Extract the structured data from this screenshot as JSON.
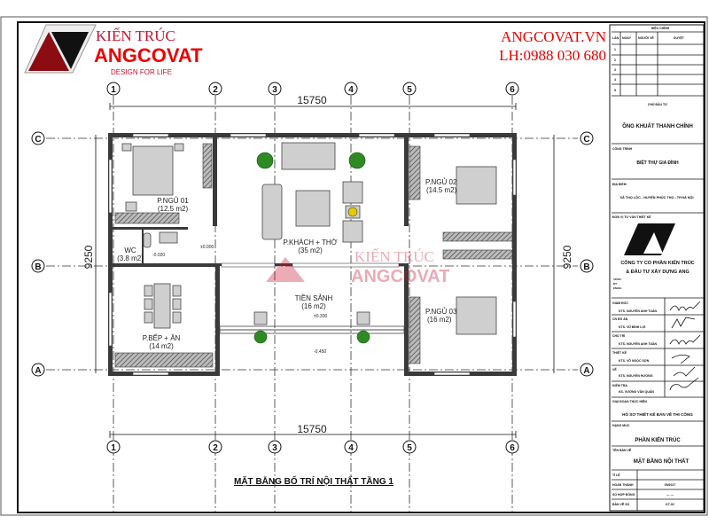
{
  "logo": {
    "line1": "KIẾN TRÚC",
    "line2": "ANGCOVAT",
    "tagline": "DESIGN FOR LIFE"
  },
  "contact": {
    "website": "ANGCOVAT.VN",
    "phone": "LH:0988 030 680"
  },
  "watermark": {
    "line1": "KIẾN TRÚC",
    "line2": "ANGCOVAT"
  },
  "grid": {
    "columns": [
      "1",
      "2",
      "3",
      "4",
      "5",
      "6"
    ],
    "rows": [
      "C",
      "B",
      "A"
    ]
  },
  "dimensions": {
    "width_top": "15750",
    "width_bottom": "15750",
    "depth_left": "9250",
    "depth_right": "9250"
  },
  "rooms": [
    {
      "name": "P.NGỦ 01",
      "area": "(12.5 m2)"
    },
    {
      "name": "WC",
      "area": "(3.8 m2)"
    },
    {
      "name": "P.KHÁCH + THỜ",
      "area": "(35 m2)"
    },
    {
      "name": "P.NGỦ 02",
      "area": "(14.5 m2)"
    },
    {
      "name": "P.BẾP + ĂN",
      "area": "(14 m2)"
    },
    {
      "name": "TIỀN SẢNH",
      "area": "(16 m2)"
    },
    {
      "name": "P.NGỦ 03",
      "area": "(16 m2)"
    }
  ],
  "levels": [
    "±0.000",
    "-0.020",
    "±0.300",
    "-0.450"
  ],
  "drawing_title": "MẶT BẰNG BỐ TRÍ NỘI THẤT TẦNG 1",
  "title_block": {
    "revision_header": "HIỆU CHỈNH",
    "revision_cols": [
      "LẦN",
      "NGÀY",
      "NGƯỜI VẼ",
      "DUYỆT"
    ],
    "revision_rows": [
      "1",
      "2",
      "3",
      "4",
      "5"
    ],
    "owner_label": "CHỦ ĐẦU TƯ",
    "owner": "ÔNG  KHUẤT THANH CHÍNH",
    "project_label": "CÔNG TRÌNH",
    "project": "BIỆT THỰ GIA ĐÌNH",
    "location_label": "ĐỊA ĐIỂM",
    "location": "XÃ THỌ LỘC - HUYỆN PHÚC THỌ - TP.HÀ NỘI",
    "consultant_label": "ĐƠN VỊ TƯ VẤN THIẾT KẾ",
    "company1": "CÔNG TY CỔ PHẦN KIẾN TRÚC",
    "company2": "& ĐẦU TƯ XÂY DỰNG ANG",
    "address_labels": [
      "VPGD:",
      "ĐT:",
      "EMAIL:"
    ],
    "staff": [
      {
        "role": "GIÁM ĐỐC",
        "name": "KTS. NGUYỄN ANH TUẤN"
      },
      {
        "role": "CN ĐỒ ÁN",
        "name": "KTS. VŨ ĐÌNH LỢI"
      },
      {
        "role": "CHỦ TRÌ",
        "name": "KTS. NGUYỄN ANH TUẤN"
      },
      {
        "role": "THIẾT KẾ",
        "name": "KTS. VÕ NGỌC SƠN"
      },
      {
        "role": "VẼ",
        "name": "KTS. NGUYỄN HƯƠNG"
      },
      {
        "role": "KIỂM TRA",
        "name": "KS. VƯƠNG VĂN QUÂN"
      }
    ],
    "phase_label": "GIAI ĐOẠN THỰC HIỆN",
    "phase": "HỒ SƠ THIẾT KẾ BẢN VẼ THI CÔNG",
    "category_label": "HẠNG MỤC",
    "category": "PHẦN KIẾN TRÚC",
    "sheet_label": "TÊN BẢN VẼ",
    "sheet": "MẶT BẰNG NỘI THẤT",
    "scale_label": "TỈ LỆ",
    "scale": "",
    "completed_label": "HOÀN THÀNH",
    "completed": "05/2017",
    "contract_label": "SỐ HỢP ĐỒNG",
    "contract": "--- ---",
    "drawing_no_label": "BẢN VẼ SỐ",
    "drawing_no": "KT-02"
  },
  "colors": {
    "brand_red": "#c8102e",
    "logo_dark_red": "#8b0d12",
    "wall": "#3a3a3a",
    "plant": "#2e8b22"
  }
}
